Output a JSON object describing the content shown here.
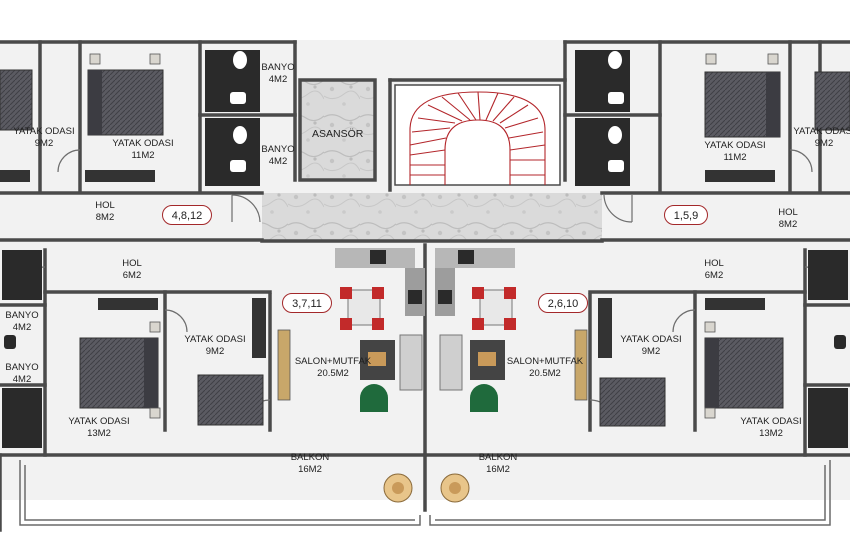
{
  "colors": {
    "wall": "#4a4a4a",
    "floor": "#f2f2f2",
    "stone": "#d6d6d6",
    "dark_fixture": "#2a2a2a",
    "bed": "#5a5a60",
    "badge_border": "#a3282a",
    "stair_red": "#b3262b",
    "chair_red": "#c22a2a",
    "armchair_green": "#1f6a3c",
    "wood": "#c99a5a"
  },
  "rooms": {
    "top_left": {
      "bedroom_a": {
        "name": "YATAK ODASI",
        "area": "9M2"
      },
      "bedroom_b": {
        "name": "YATAK ODASI",
        "area": "11M2"
      },
      "bath_1": {
        "name": "BANYO",
        "area": "4M2"
      },
      "bath_2": {
        "name": "BANYO",
        "area": "4M2"
      },
      "hall": {
        "name": "HOL",
        "area": "8M2"
      },
      "units": "4,8,12"
    },
    "core": {
      "elevator": "ASANSÖR"
    },
    "top_right": {
      "bedroom_a": {
        "name": "YATAK ODASI",
        "area": "11M2"
      },
      "bedroom_b": {
        "name": "YATAK ODASI",
        "area": "9M2"
      },
      "hall": {
        "name": "HOL",
        "area": "8M2"
      },
      "units": "1,5,9"
    },
    "bottom_left": {
      "hall": {
        "name": "HOL",
        "area": "6M2"
      },
      "bath_1": {
        "name": "BANYO",
        "area": "4M2"
      },
      "bath_2": {
        "name": "BANYO",
        "area": "4M2"
      },
      "bedroom_a": {
        "name": "YATAK ODASI",
        "area": "9M2"
      },
      "bedroom_b": {
        "name": "YATAK ODASI",
        "area": "13M2"
      },
      "living": {
        "name": "SALON+MUTFAK",
        "area": "20.5M2"
      },
      "balcony": {
        "name": "BALKON",
        "area": "16M2"
      },
      "units": "3,7,11"
    },
    "bottom_right": {
      "hall": {
        "name": "HOL",
        "area": "6M2"
      },
      "living": {
        "name": "SALON+MUTFAK",
        "area": "20.5M2"
      },
      "bedroom_a": {
        "name": "YATAK ODASI",
        "area": "9M2"
      },
      "bedroom_b": {
        "name": "YATAK ODASI",
        "area": "13M2"
      },
      "balcony": {
        "name": "BALKON",
        "area": "16M2"
      },
      "units": "2,6,10"
    }
  }
}
